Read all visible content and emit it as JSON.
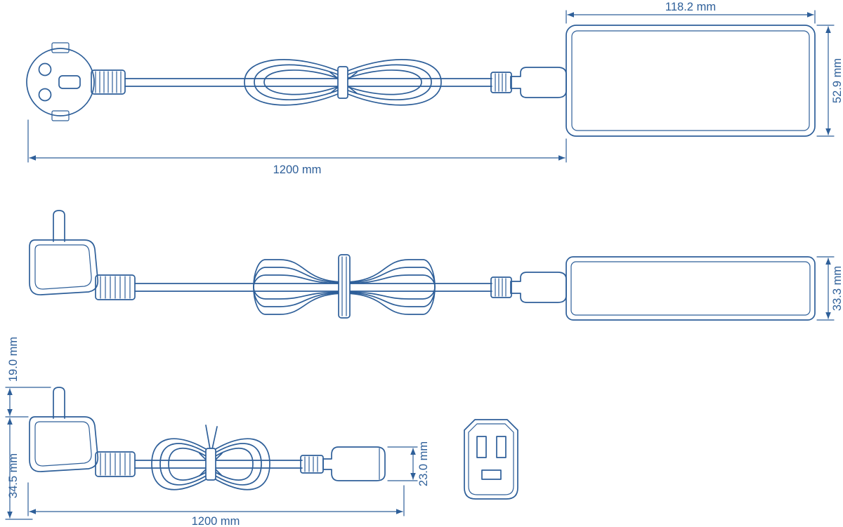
{
  "meta": {
    "accent_color": "#2e5f99",
    "background_color": "#ffffff"
  },
  "labels": {
    "top_view": {
      "adapter_width": "118.2 mm",
      "adapter_height": "52.9 mm",
      "cable_length": "1200 mm"
    },
    "side_view": {
      "adapter_thickness": "33.3 mm"
    },
    "bottom_view": {
      "plug_pin_length": "19.0 mm",
      "plug_body_height": "34.5 mm",
      "connector_height": "23.0 mm",
      "cable_length": "1200 mm"
    }
  }
}
